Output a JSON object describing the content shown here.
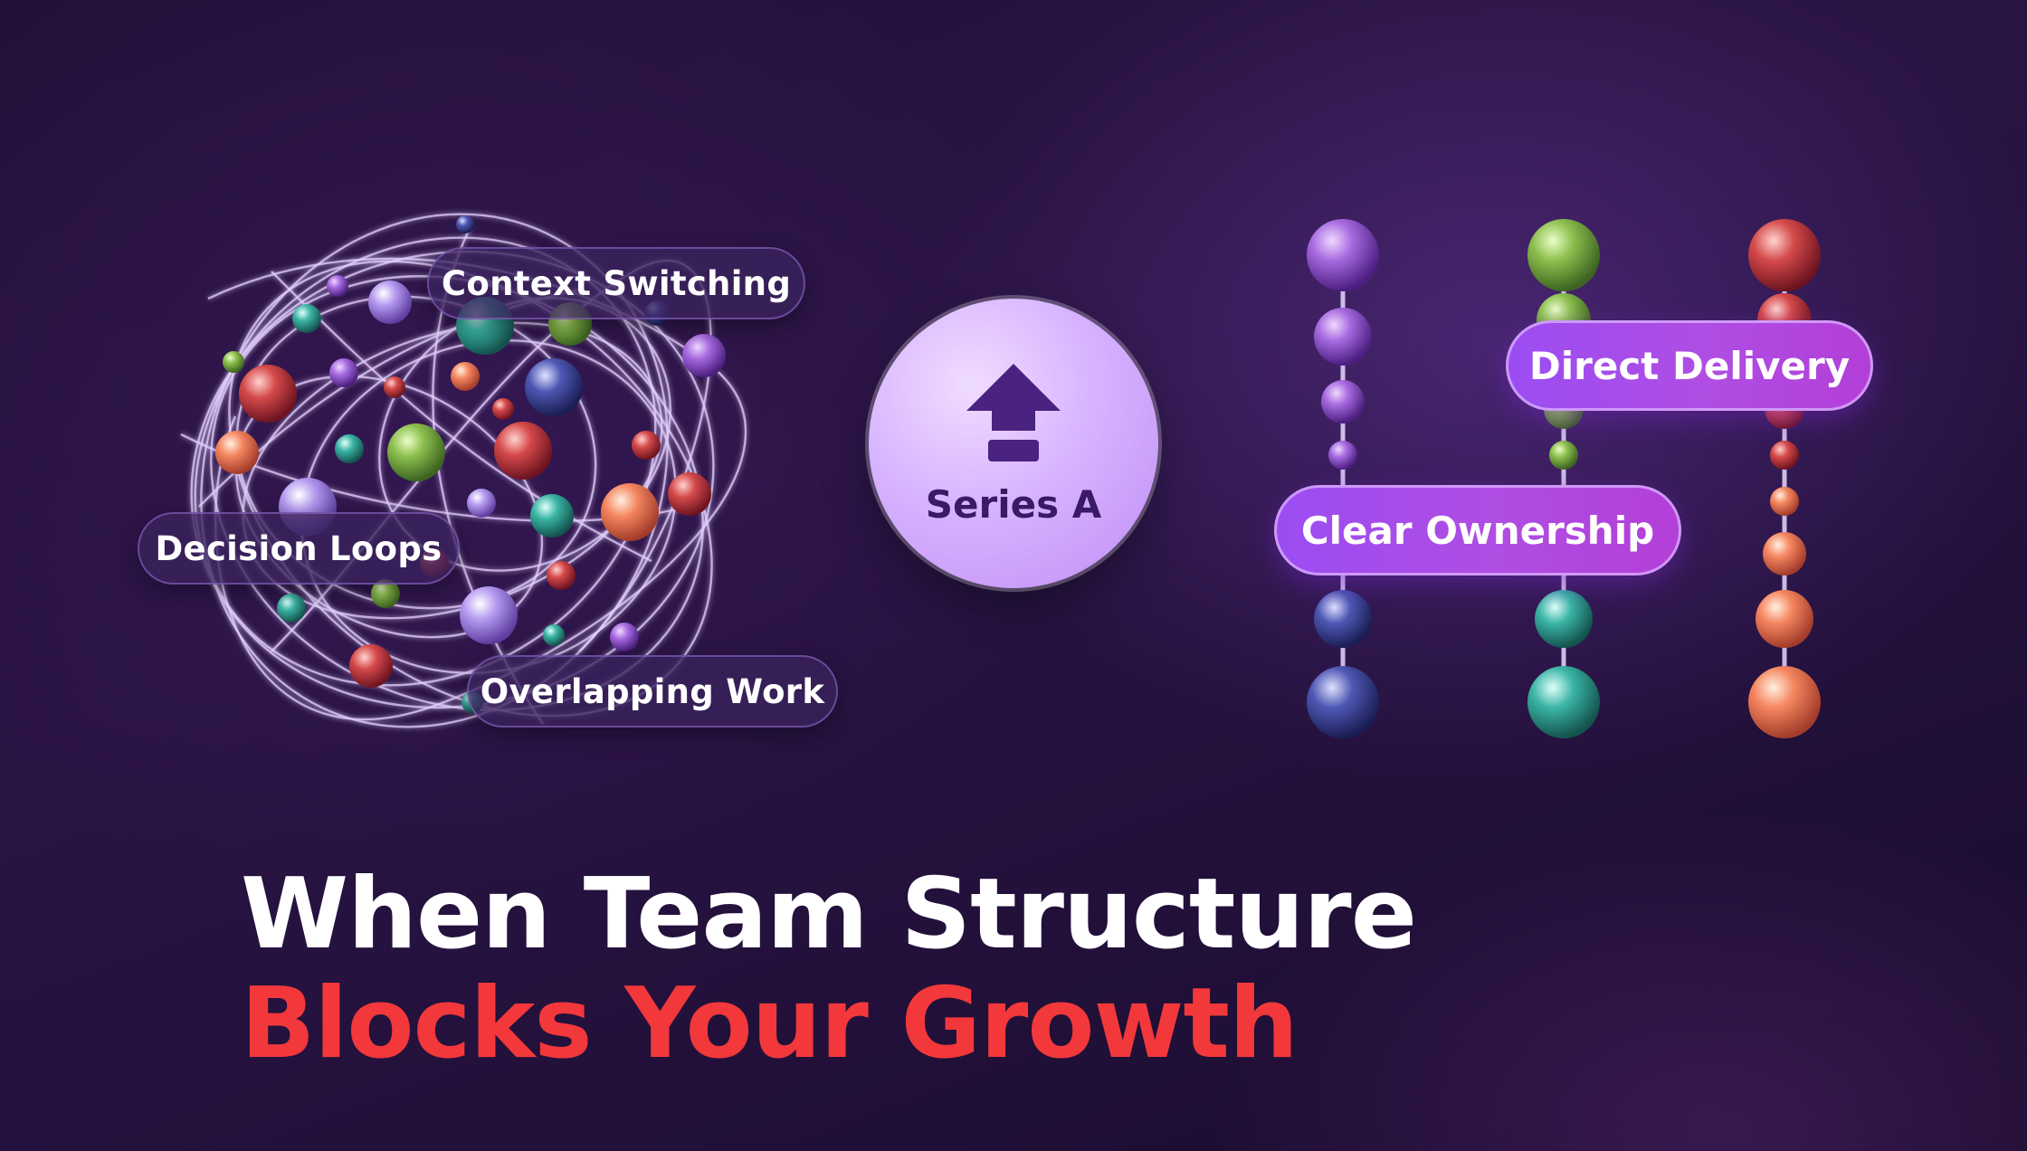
{
  "tags_left": {
    "context_switching": "Context Switching",
    "decision_loops": "Decision Loops",
    "overlapping_work": "Overlapping Work"
  },
  "badge": {
    "label": "Series A",
    "icon": "arrow-up-icon"
  },
  "tags_right": {
    "direct_delivery": "Direct Delivery",
    "clear_ownership": "Clear Ownership"
  },
  "headline": {
    "line1": "When Team Structure",
    "line2": "Blocks Your Growth"
  },
  "colors": {
    "headline_line1": "#ffffff",
    "headline_line2": "#f2383a",
    "accent_purple": "#a24df0",
    "badge_fill": "#d7b3ff",
    "badge_text": "#3a1a66"
  }
}
